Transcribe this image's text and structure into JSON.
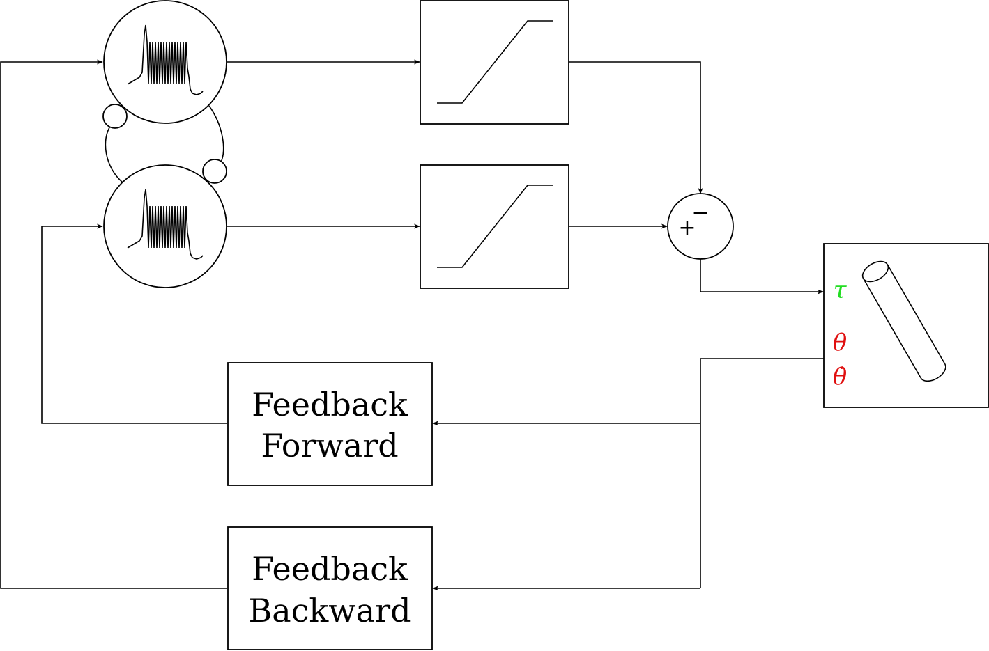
{
  "blocks": {
    "feedback_forward": {
      "line1": "Feedback",
      "line2": "Forward"
    },
    "feedback_backward": {
      "line1": "Feedback",
      "line2": "Backward"
    }
  },
  "summing_junction": {
    "plus": "+",
    "minus": "−"
  },
  "pendulum": {
    "input_symbol": "τ",
    "output_symbol_1": "θ",
    "output_symbol_2": "θ̇",
    "input_color": "#22dd22",
    "output_color": "#e01010"
  }
}
